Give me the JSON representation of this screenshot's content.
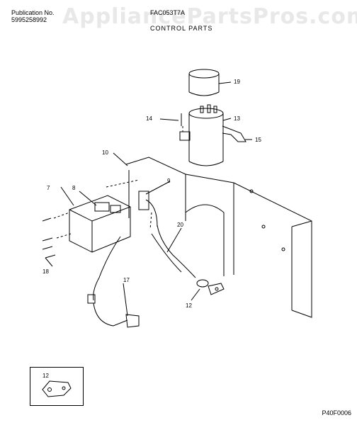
{
  "header": {
    "publication_label": "Publication No.",
    "publication_number": "5995258992",
    "model_number": "FAC053T7A"
  },
  "watermark": "AppliancePartsPros.com",
  "section_title": "CONTROL PARTS",
  "callouts": {
    "c7": "7",
    "c8": "8",
    "c9": "9",
    "c10": "10",
    "c12": "12",
    "c12_inset": "12",
    "c13": "13",
    "c14": "14",
    "c15": "15",
    "c17": "17",
    "c18": "18",
    "c19": "19",
    "c20": "20"
  },
  "diagram_code": "P40F0006",
  "colors": {
    "line": "#000000",
    "watermark": "#e8e8e8",
    "background": "#ffffff"
  }
}
